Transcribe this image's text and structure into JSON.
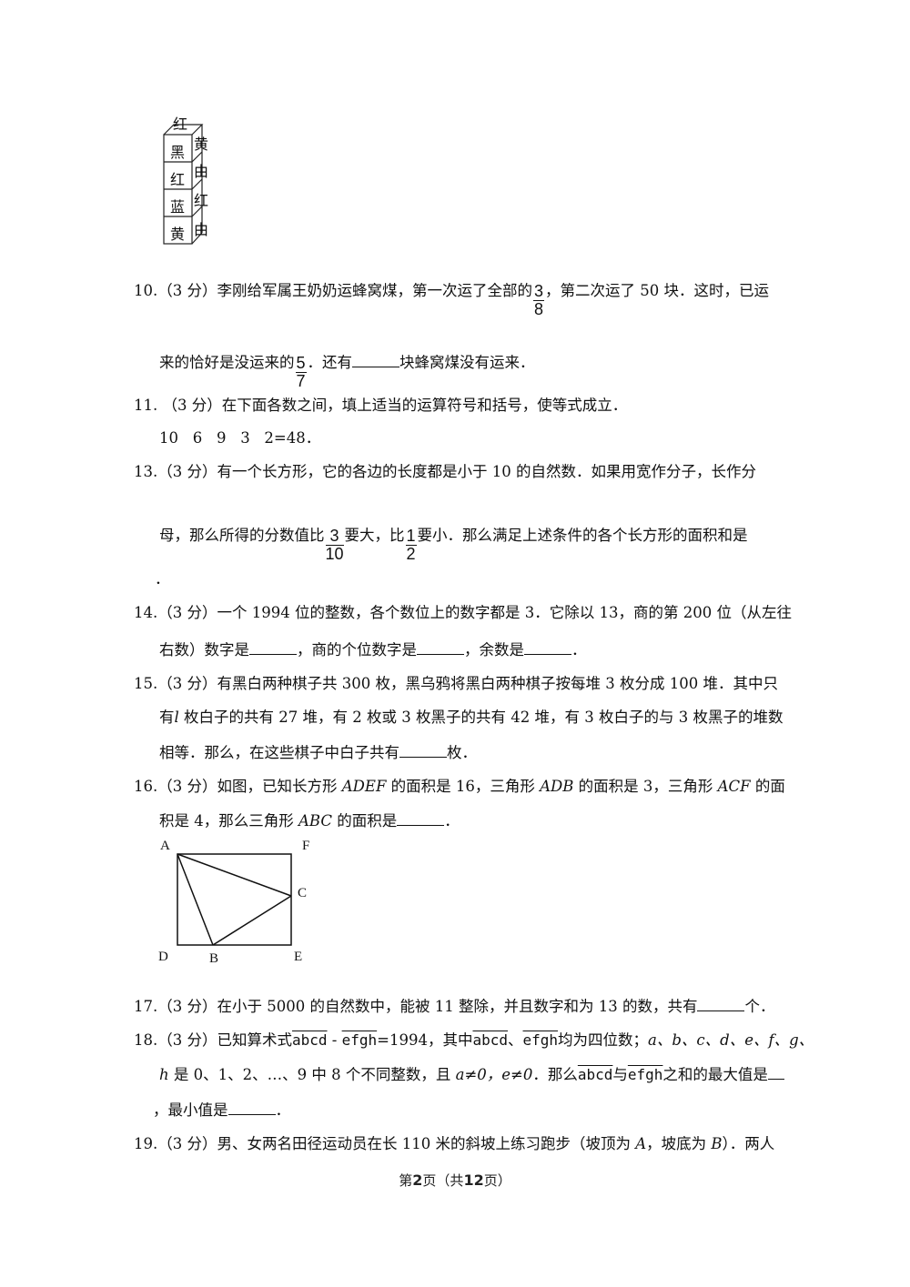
{
  "figure_cube": {
    "top": "红",
    "front": [
      "黑",
      "红",
      "蓝",
      "黄"
    ],
    "side": [
      "黄",
      "由",
      "红",
      "由"
    ]
  },
  "q10": {
    "number": "10.",
    "score": "（3 分）",
    "line1_a": "李刚给军属王奶奶运蜂窝煤，第一次运了全部的",
    "frac1_num": "3",
    "frac1_den": "8",
    "line1_b": "，第二次运了 50 块．这时，已运",
    "line2_a": "来的恰好是没运来的",
    "frac2_num": "5",
    "frac2_den": "7",
    "line2_b": "．还有",
    "line2_c": "块蜂窝煤没有运来．"
  },
  "q11": {
    "number": "11.",
    "score": "（3 分）",
    "line1": "在下面各数之间，填上适当的运算符号和括号，使等式成立．",
    "line2": "10   6   9   3   2=48．"
  },
  "q13": {
    "number": "13.",
    "score": "（3 分）",
    "line1": "有一个长方形，它的各边的长度都是小于 10 的自然数．如果用宽作分子，长作分",
    "line2_a": "母，那么所得的分数值比",
    "frac1_num": "3",
    "frac1_den": "10",
    "line2_b": "要大，比",
    "frac2_num": "1",
    "frac2_den": "2",
    "line2_c": "要小．那么满足上述条件的各个长方形的面积和是",
    "line3": "．"
  },
  "q14": {
    "number": "14.",
    "score": "（3 分）",
    "line1": "一个 1994 位的整数，各个数位上的数字都是 3．它除以 13，商的第 200 位（从左往",
    "line2_a": "右数）数字是",
    "line2_b": "，商的个位数字是",
    "line2_c": "，余数是",
    "line2_d": "．"
  },
  "q15": {
    "number": "15.",
    "score": "（3 分）",
    "line1": "有黑白两种棋子共 300 枚，黑乌鸦将黑白两种棋子按每堆 3 枚分成 100 堆．其中只",
    "line2_a": "有",
    "line2_l": "l",
    "line2_b": " 枚白子的共有 27 堆，有 2 枚或 3 枚黑子的共有 42 堆，有 3 枚白子的与 3 枚黑子的堆数",
    "line3_a": "相等．那么，在这些棋子中白子共有",
    "line3_b": "枚．"
  },
  "q16": {
    "number": "16.",
    "score": "（3 分）",
    "line1_a": "如图，已知长方形 ",
    "adef": "ADEF",
    "line1_b": " 的面积是 16，三角形 ",
    "adb": "ADB",
    "line1_c": " 的面积是 3，三角形 ",
    "acf": "ACF",
    "line1_d": " 的面",
    "line2_a": "积是 4，那么三角形 ",
    "abc": "ABC",
    "line2_b": " 的面积是",
    "line2_c": "．",
    "figure_labels": {
      "A": "A",
      "F": "F",
      "C": "C",
      "D": "D",
      "B": "B",
      "E": "E"
    }
  },
  "q17": {
    "number": "17.",
    "score": "（3 分）",
    "line1_a": "在小于 5000 的自然数中，能被 11 整除，并且数字和为 13 的数，共有",
    "line1_b": "个．"
  },
  "q18": {
    "number": "18.",
    "score": "（3 分）",
    "line1_a": "已知算术式",
    "abcd": "abcd",
    "minus": " - ",
    "efgh": "efgh",
    "line1_b": "=1994，其中",
    "sep": "、",
    "line1_c": "均为四位数；",
    "vars": "a、b、c、d、e、f、g、",
    "line2_h": "h",
    "line2_a": " 是 0、1、2、…、9 中 8 个不同整数，且 ",
    "cond": "a≠0，e≠0",
    "line2_b": "．那么",
    "line2_c": "与",
    "line2_d": "之和的最大值是",
    "line3_a": "，最小值是",
    "line3_b": "．"
  },
  "q19": {
    "number": "19.",
    "score": "（3 分）",
    "line1_a": "男、女两名田径运动员在长 110 米的斜坡上练习跑步（坡顶为 ",
    "A": "A",
    "line1_b": "，坡底为 ",
    "B": "B",
    "line1_c": "）．两人"
  },
  "footer": {
    "prefix": "第",
    "page": "2",
    "mid": "页（共",
    "total": "12",
    "suffix": "页）"
  }
}
